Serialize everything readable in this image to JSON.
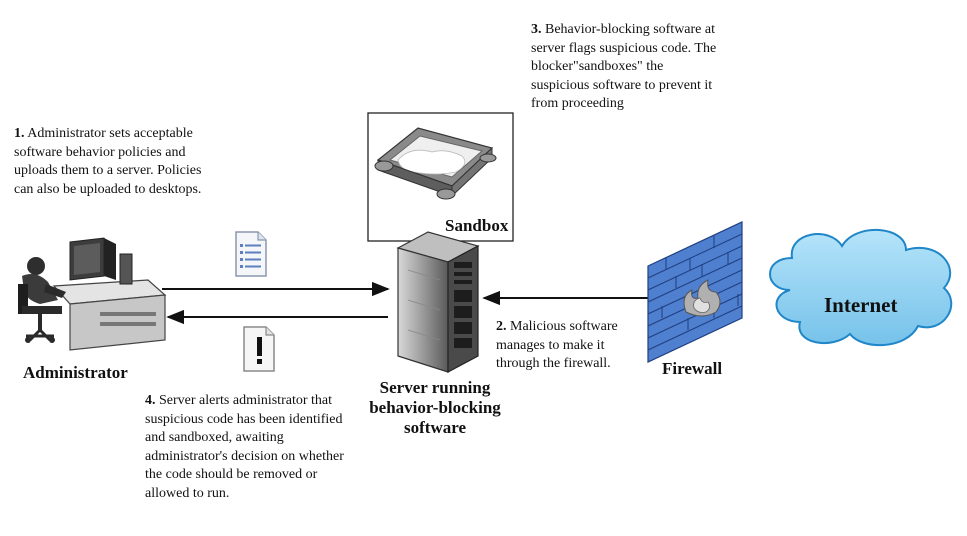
{
  "notes": {
    "step1": {
      "num": "1.",
      "text": "Administrator sets acceptable software behavior policies and uploads them to a server. Policies can also be uploaded to desktops."
    },
    "step2": {
      "num": "2.",
      "text": "Malicious software manages to make it through the firewall."
    },
    "step3": {
      "num": "3.",
      "text": "Behavior-blocking software at server flags suspicious code. The blocker\"sandboxes\" the suspicious software to prevent it from proceeding"
    },
    "step4": {
      "num": "4.",
      "text": "Server alerts administrator that suspicious code has been identified and sandboxed, awaiting administrator's decision on whether the code should be removed or allowed to run."
    }
  },
  "labels": {
    "administrator": "Administrator",
    "sandbox": "Sandbox",
    "server": "Server running behavior-blocking software",
    "firewall": "Firewall",
    "internet": "Internet"
  },
  "icons": {
    "policy_document": "document-icon",
    "alert": "exclamation-icon",
    "administrator": "workstation-icon",
    "server": "server-tower-icon",
    "firewall": "brick-wall-fire-icon",
    "internet": "cloud-icon",
    "sandbox": "sandbox-tray-icon"
  },
  "colors": {
    "cloud_fill": "#8fd1f0",
    "cloud_stroke": "#1f86c7",
    "wall_fill": "#4f7fcf",
    "ink": "#111111"
  }
}
